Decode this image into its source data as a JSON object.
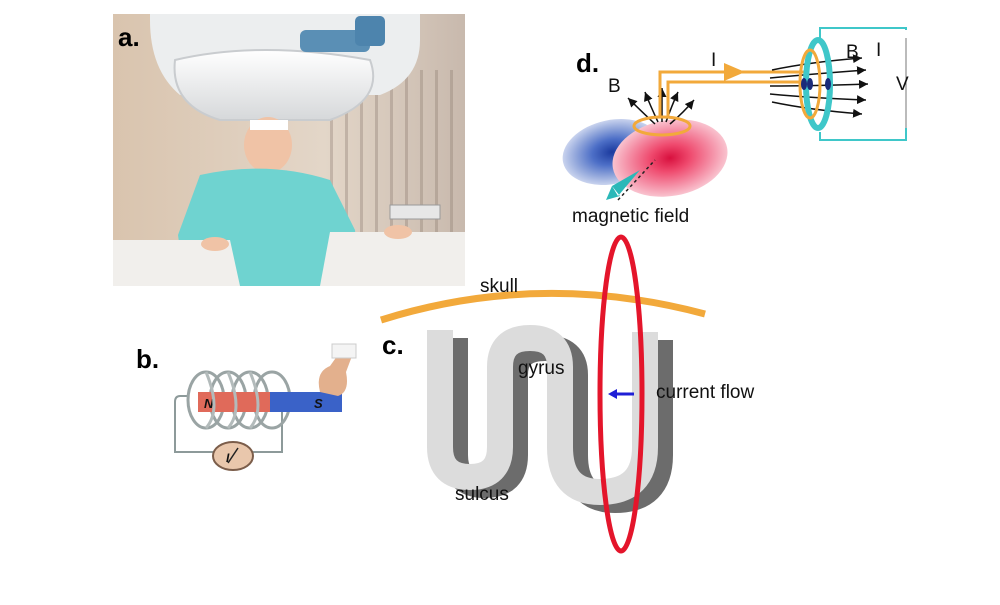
{
  "panels": {
    "a": {
      "letter": "a."
    },
    "b": {
      "letter": "b.",
      "magnet_north": "N",
      "magnet_south": "S",
      "meter_symbol": "I"
    },
    "c": {
      "letter": "c.",
      "skull": "skull",
      "gyrus": "gyrus",
      "sulcus": "sulcus",
      "current_flow": "current flow"
    },
    "d": {
      "letter": "d.",
      "field_symbol_left": "B",
      "current_symbol": "I",
      "field_symbol_right": "B",
      "current_symbol_right": "I",
      "voltage_symbol": "V",
      "magnetic_field": "magnetic field"
    }
  },
  "colors": {
    "skull": "#f2a93b",
    "coil_loop": "#e4152b",
    "current_arrow": "#1f1fd6",
    "sensor_ring": "#3fc7c9",
    "pickup_coil": "#f2a93b",
    "dipole_positive": "#e8194a",
    "dipole_negative": "#2244aa",
    "magnet_north": "#e06a5a",
    "magnet_south": "#3a62c8"
  }
}
